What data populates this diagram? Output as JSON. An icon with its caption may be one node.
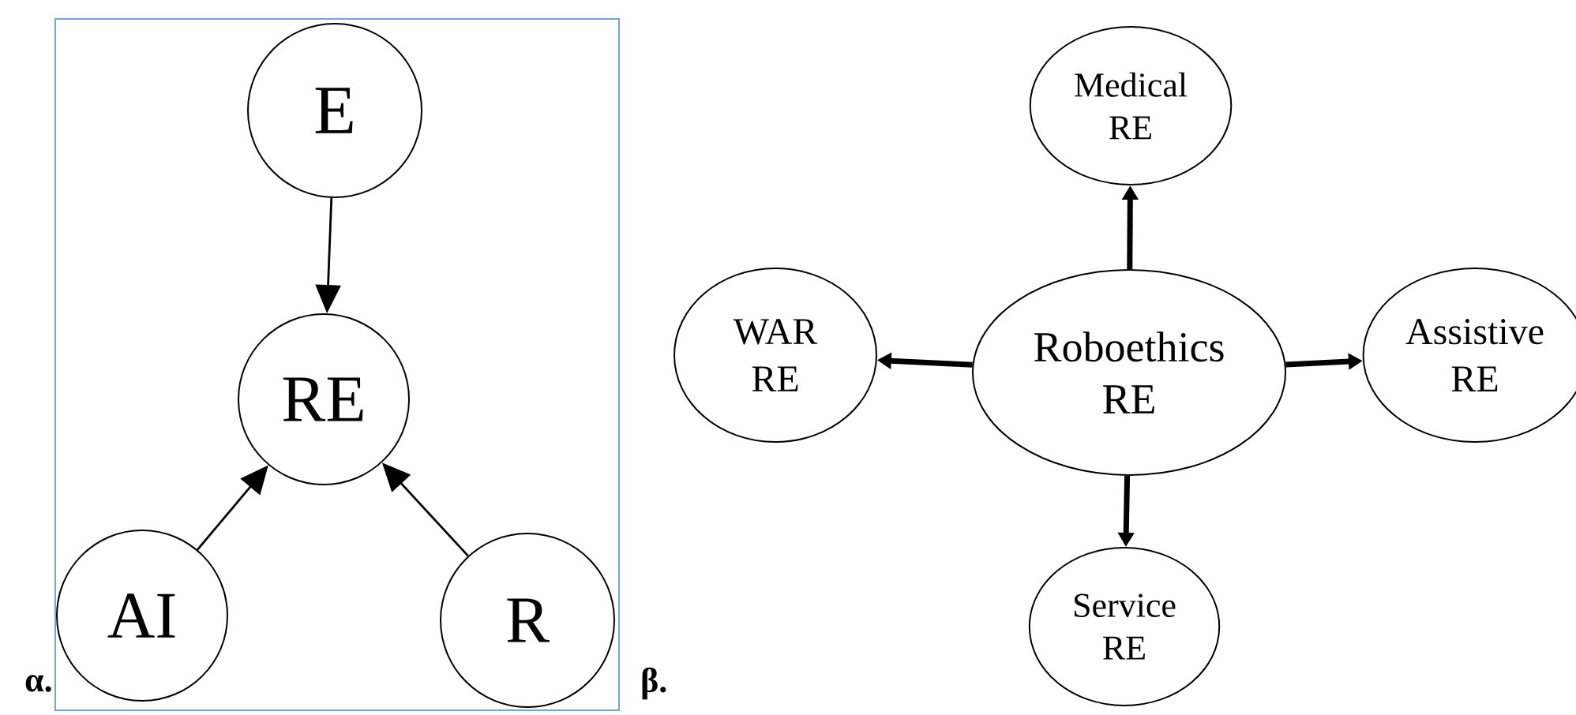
{
  "diagram": {
    "nodes": [
      {
        "text": [
          "E"
        ]
      },
      {
        "text": [
          "RE"
        ]
      },
      {
        "text": [
          "AI"
        ]
      },
      {
        "text": [
          "R"
        ]
      },
      {
        "text": [
          "Medical RE"
        ]
      },
      {
        "text": [
          "WAR RE"
        ]
      },
      {
        "text": [
          "Roboethics RE"
        ]
      },
      {
        "text": [
          "Assistive RE"
        ]
      },
      {
        "text": [
          "Service RE"
        ]
      }
    ],
    "edges": [
      {
        "from": 0,
        "to": 1,
        "arrow": "to"
      },
      {
        "from": 2,
        "to": 1,
        "arrow": "to"
      },
      {
        "from": 3,
        "to": 1,
        "arrow": "to"
      },
      {
        "from": 6,
        "to": 4,
        "arrow": "to"
      },
      {
        "from": 6,
        "to": 5,
        "arrow": "to"
      },
      {
        "from": 6,
        "to": 7,
        "arrow": "to"
      },
      {
        "from": 6,
        "to": 8,
        "arrow": "to"
      }
    ],
    "labels": [
      "α.",
      "β."
    ]
  }
}
